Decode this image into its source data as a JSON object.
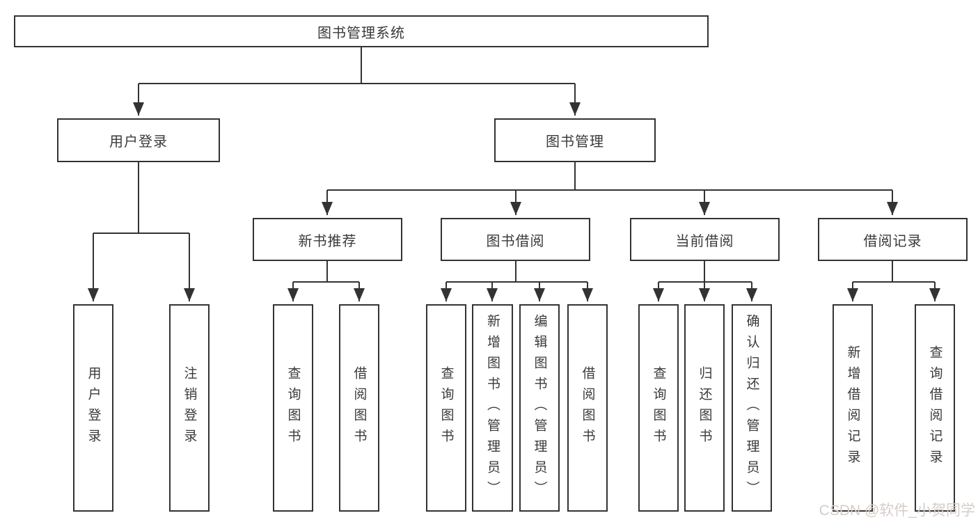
{
  "tree": {
    "root": "图书管理系统",
    "children": [
      {
        "label": "用户登录",
        "children": [
          "用户登录",
          "注销登录"
        ]
      },
      {
        "label": "图书管理",
        "children": [
          {
            "label": "新书推荐",
            "children": [
              "查询图书",
              "借阅图书"
            ]
          },
          {
            "label": "图书借阅",
            "children": [
              "查询图书",
              "新增图书（管理员）",
              "编辑图书（管理员）",
              "借阅图书"
            ]
          },
          {
            "label": "当前借阅",
            "children": [
              "查询图书",
              "归还图书",
              "确认归还（管理员）"
            ]
          },
          {
            "label": "借阅记录",
            "children": [
              "新增借阅记录",
              "查询借阅记录"
            ]
          }
        ]
      }
    ]
  },
  "watermark": {
    "text": "CSDN @软件_小贺同学",
    "color": "#d5cdc8"
  },
  "colors": {
    "line": "#333333",
    "text": "#3a3a3a",
    "background": "#ffffff"
  }
}
